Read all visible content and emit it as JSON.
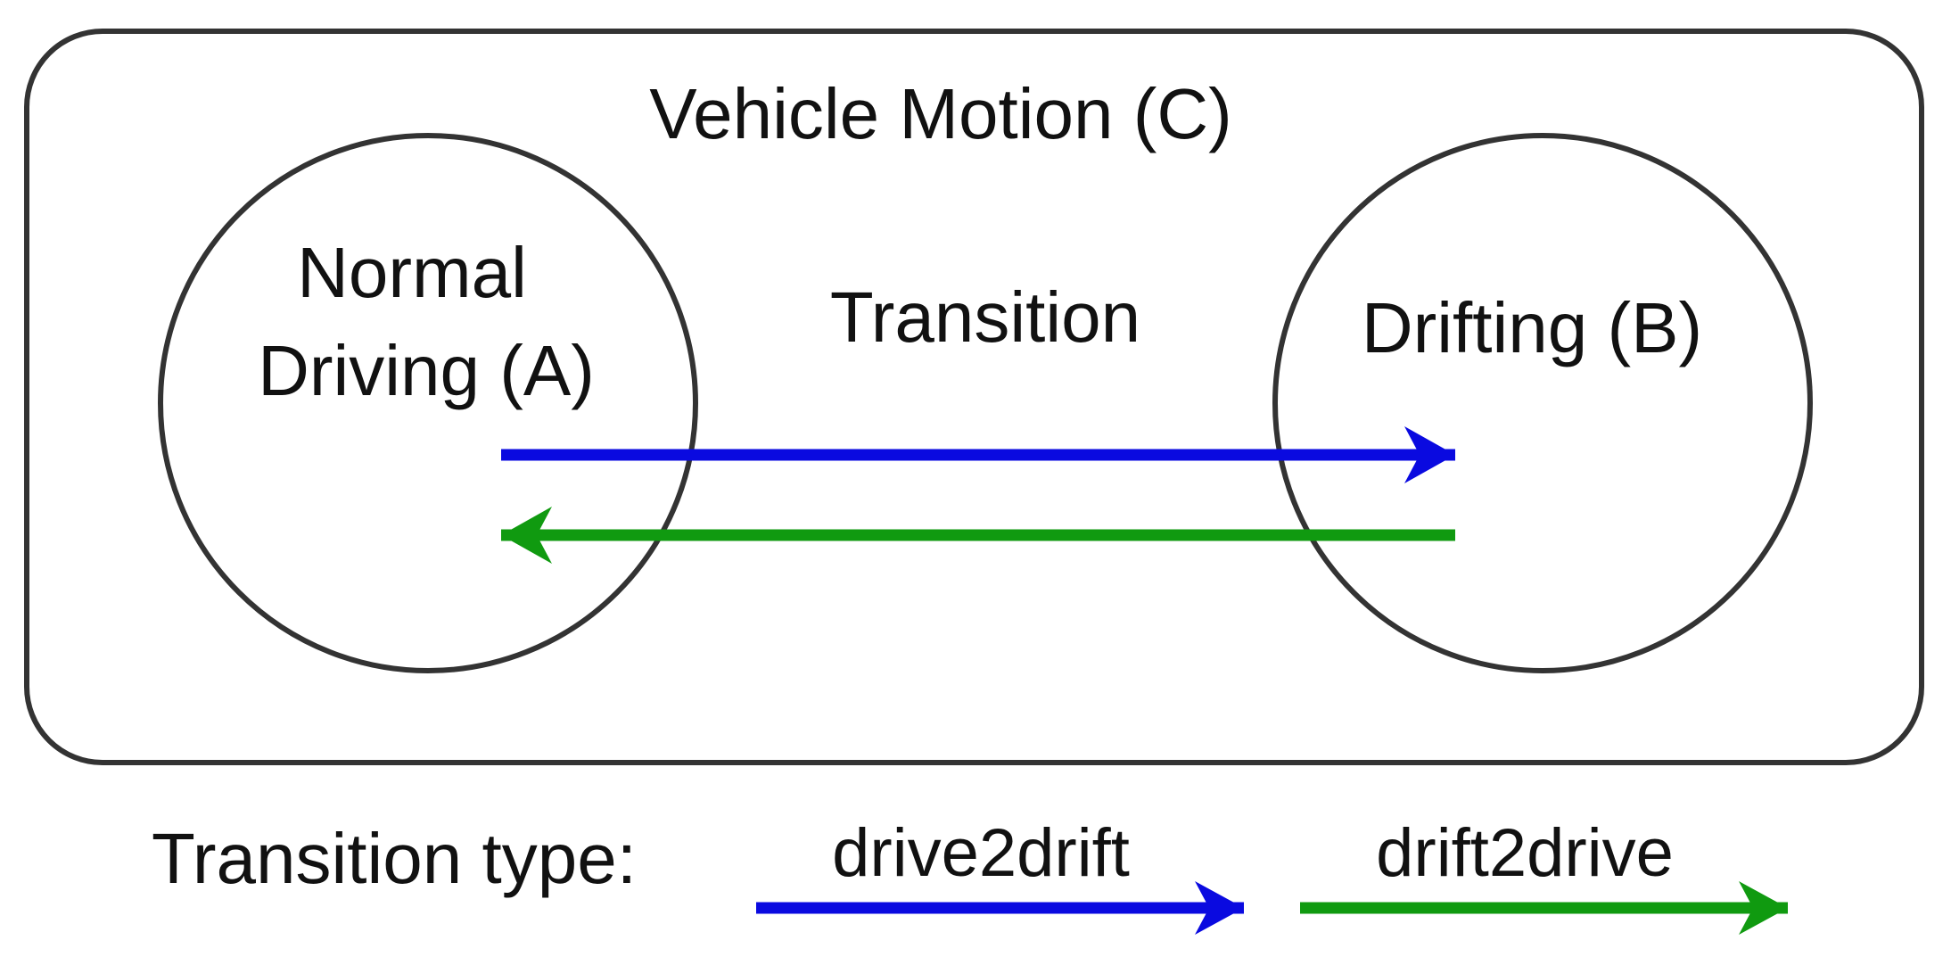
{
  "container": {
    "label": "Vehicle Motion (C)"
  },
  "states": {
    "normal": {
      "line1": "Normal",
      "line2": "Driving (A)"
    },
    "drifting": {
      "label": "Drifting (B)"
    }
  },
  "transition_label": "Transition",
  "legend": {
    "title": "Transition type:",
    "items": [
      {
        "label": "drive2drift",
        "color": "#0a0ae0"
      },
      {
        "label": "drift2drive",
        "color": "#109a10"
      }
    ]
  },
  "colors": {
    "outline": "#333333",
    "drive2drift": "#0a0ae0",
    "drift2drive": "#109a10"
  }
}
